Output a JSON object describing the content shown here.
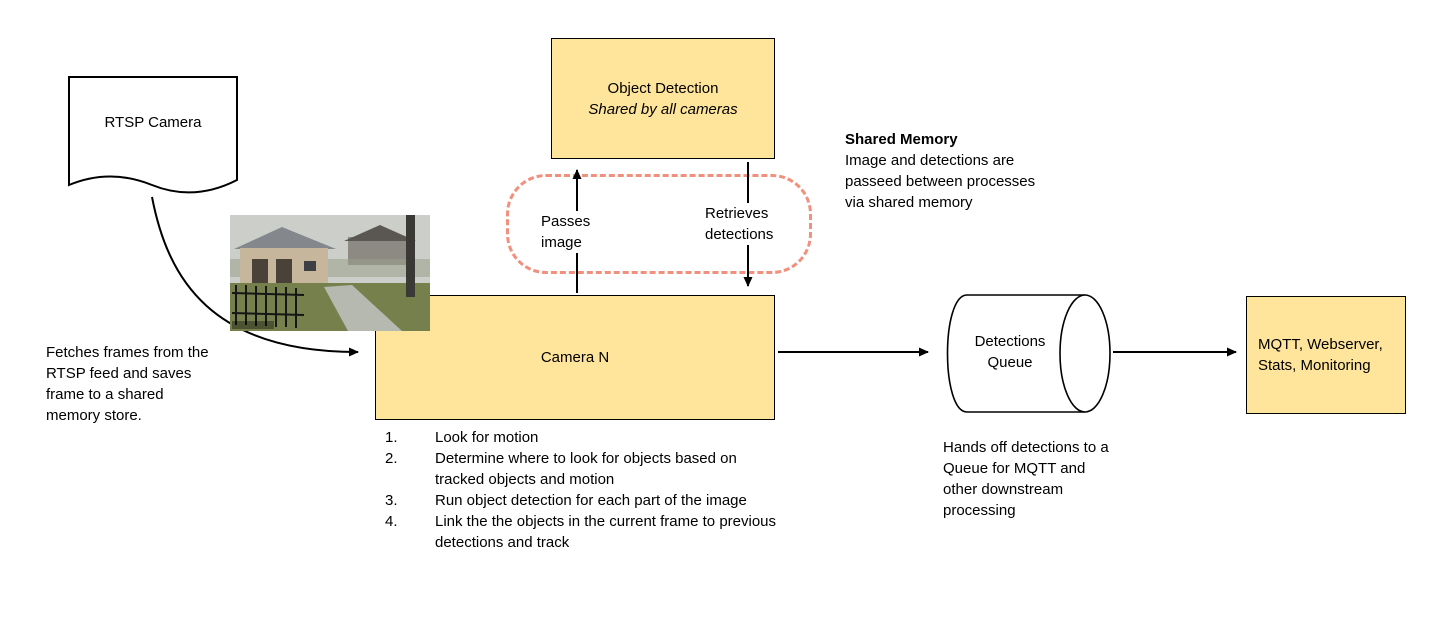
{
  "colors": {
    "box_fill": "#FFE59B",
    "box_border": "#000000",
    "shape_fill": "#FFFFFF",
    "dashed_border": "#F0907D",
    "arrow": "#000000",
    "text": "#000000"
  },
  "diagram": {
    "rtsp_camera": {
      "label": "RTSP Camera"
    },
    "fetch_note": "Fetches frames from the RTSP feed and saves frame to a shared memory store.",
    "object_detection": {
      "title": "Object Detection",
      "subtitle": "Shared by all cameras"
    },
    "shared_memory_note": {
      "title": "Shared Memory",
      "body": "Image and detections are passeed between processes via shared memory"
    },
    "arrow_labels": {
      "passes_image": "Passes image",
      "retrieves_detections": "Retrieves detections"
    },
    "camera_n": {
      "label": "Camera N",
      "steps": [
        {
          "num": "1.",
          "text": "Look for motion"
        },
        {
          "num": "2.",
          "text": "Determine where to look for objects based on tracked objects and motion"
        },
        {
          "num": "3.",
          "text": "Run object detection for each part of the image"
        },
        {
          "num": "4.",
          "text": "Link the the objects in the current frame to previous detections and track"
        }
      ]
    },
    "detections_queue": {
      "label": "Detections Queue",
      "note": "Hands off detections to a Queue for MQTT and other downstream processing"
    },
    "outputs_box": {
      "label": "MQTT, Webserver, Stats, Monitoring"
    }
  }
}
